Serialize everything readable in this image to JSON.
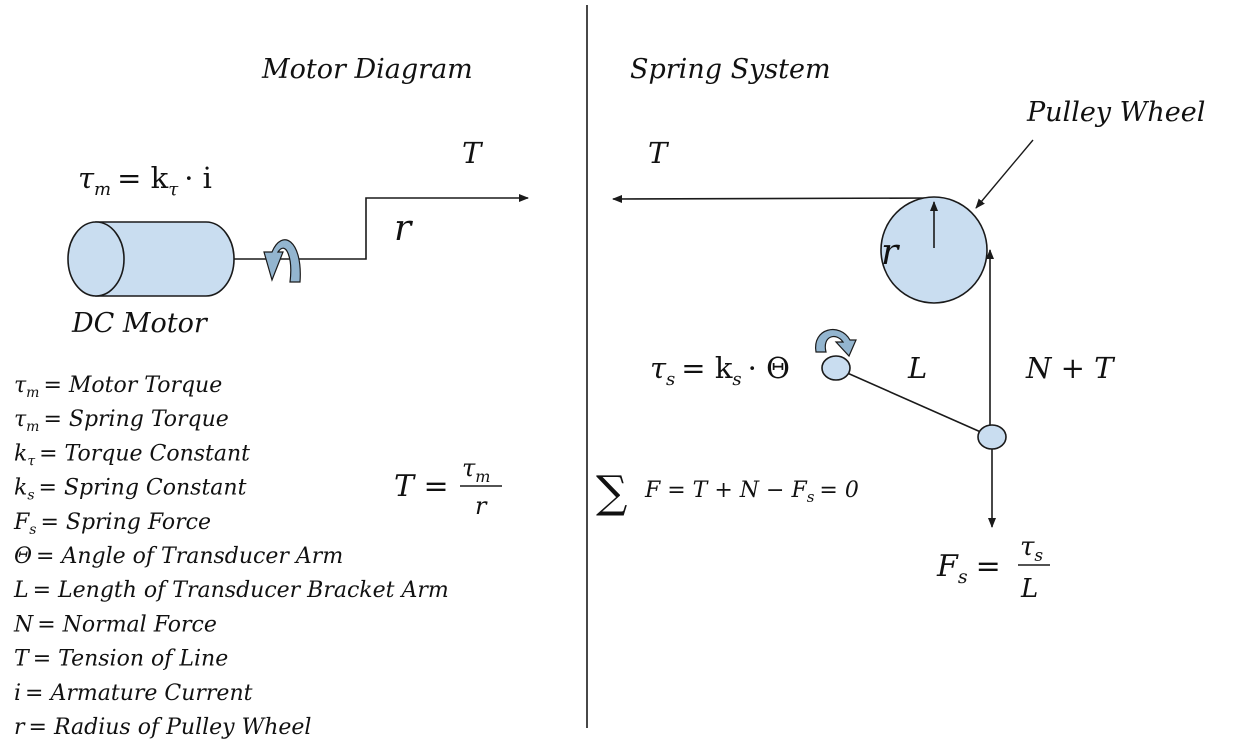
{
  "colors": {
    "shape_fill": "#c9ddf0",
    "stroke": "#1a1a1a",
    "arrow_fill": "#93b5cf"
  },
  "motor_diagram": {
    "title": "Motor Diagram",
    "torque_eq_lhs": "τ",
    "torque_eq_sub": "m",
    "torque_eq_rhs": "= k",
    "torque_eq_rhs_sub": "τ",
    "torque_eq_tail": "· i",
    "tension_label": "T",
    "radius_label": "r",
    "motor_label": "DC Motor",
    "tension_eq_lhs": "T =",
    "tension_eq_num": "τ",
    "tension_eq_num_sub": "m",
    "tension_eq_den": "r"
  },
  "spring_system": {
    "title": "Spring System",
    "tension_label": "T",
    "pulley_label": "Pulley Wheel",
    "radius_label": "r",
    "spring_eq_lhs": "τ",
    "spring_eq_sub": "s",
    "spring_eq_rhs": "= k",
    "spring_eq_rhs_sub": "s",
    "spring_eq_tail": "· Θ",
    "arm_label": "L",
    "force_label": "N + T",
    "sum_symbol": "∑",
    "sum_eq": "F = T + N − F",
    "sum_eq_sub": "s",
    "sum_eq_tail": "= 0",
    "fs_lhs": "F",
    "fs_lhs_sub": "s",
    "fs_eq": "=",
    "fs_num": "τ",
    "fs_num_sub": "s",
    "fs_den": "L"
  },
  "legend": [
    {
      "sym": "τ",
      "sub": "m",
      "text": "= Motor Torque"
    },
    {
      "sym": "τ",
      "sub": "m",
      "text": "= Spring Torque"
    },
    {
      "sym": "k",
      "sub": "τ",
      "text": "= Torque Constant"
    },
    {
      "sym": "k",
      "sub": "s",
      "text": "= Spring Constant"
    },
    {
      "sym": "F",
      "sub": "s",
      "text": "= Spring Force"
    },
    {
      "sym": "Θ",
      "sub": "",
      "text": "= Angle of Transducer Arm"
    },
    {
      "sym": "L",
      "sub": "",
      "text": "= Length of Transducer Bracket Arm"
    },
    {
      "sym": "N",
      "sub": "",
      "text": "= Normal Force"
    },
    {
      "sym": "T",
      "sub": "",
      "text": "= Tension of Line"
    },
    {
      "sym": "i",
      "sub": "",
      "text": "= Armature Current"
    },
    {
      "sym": "r",
      "sub": "",
      "text": "= Radius of Pulley Wheel"
    }
  ]
}
